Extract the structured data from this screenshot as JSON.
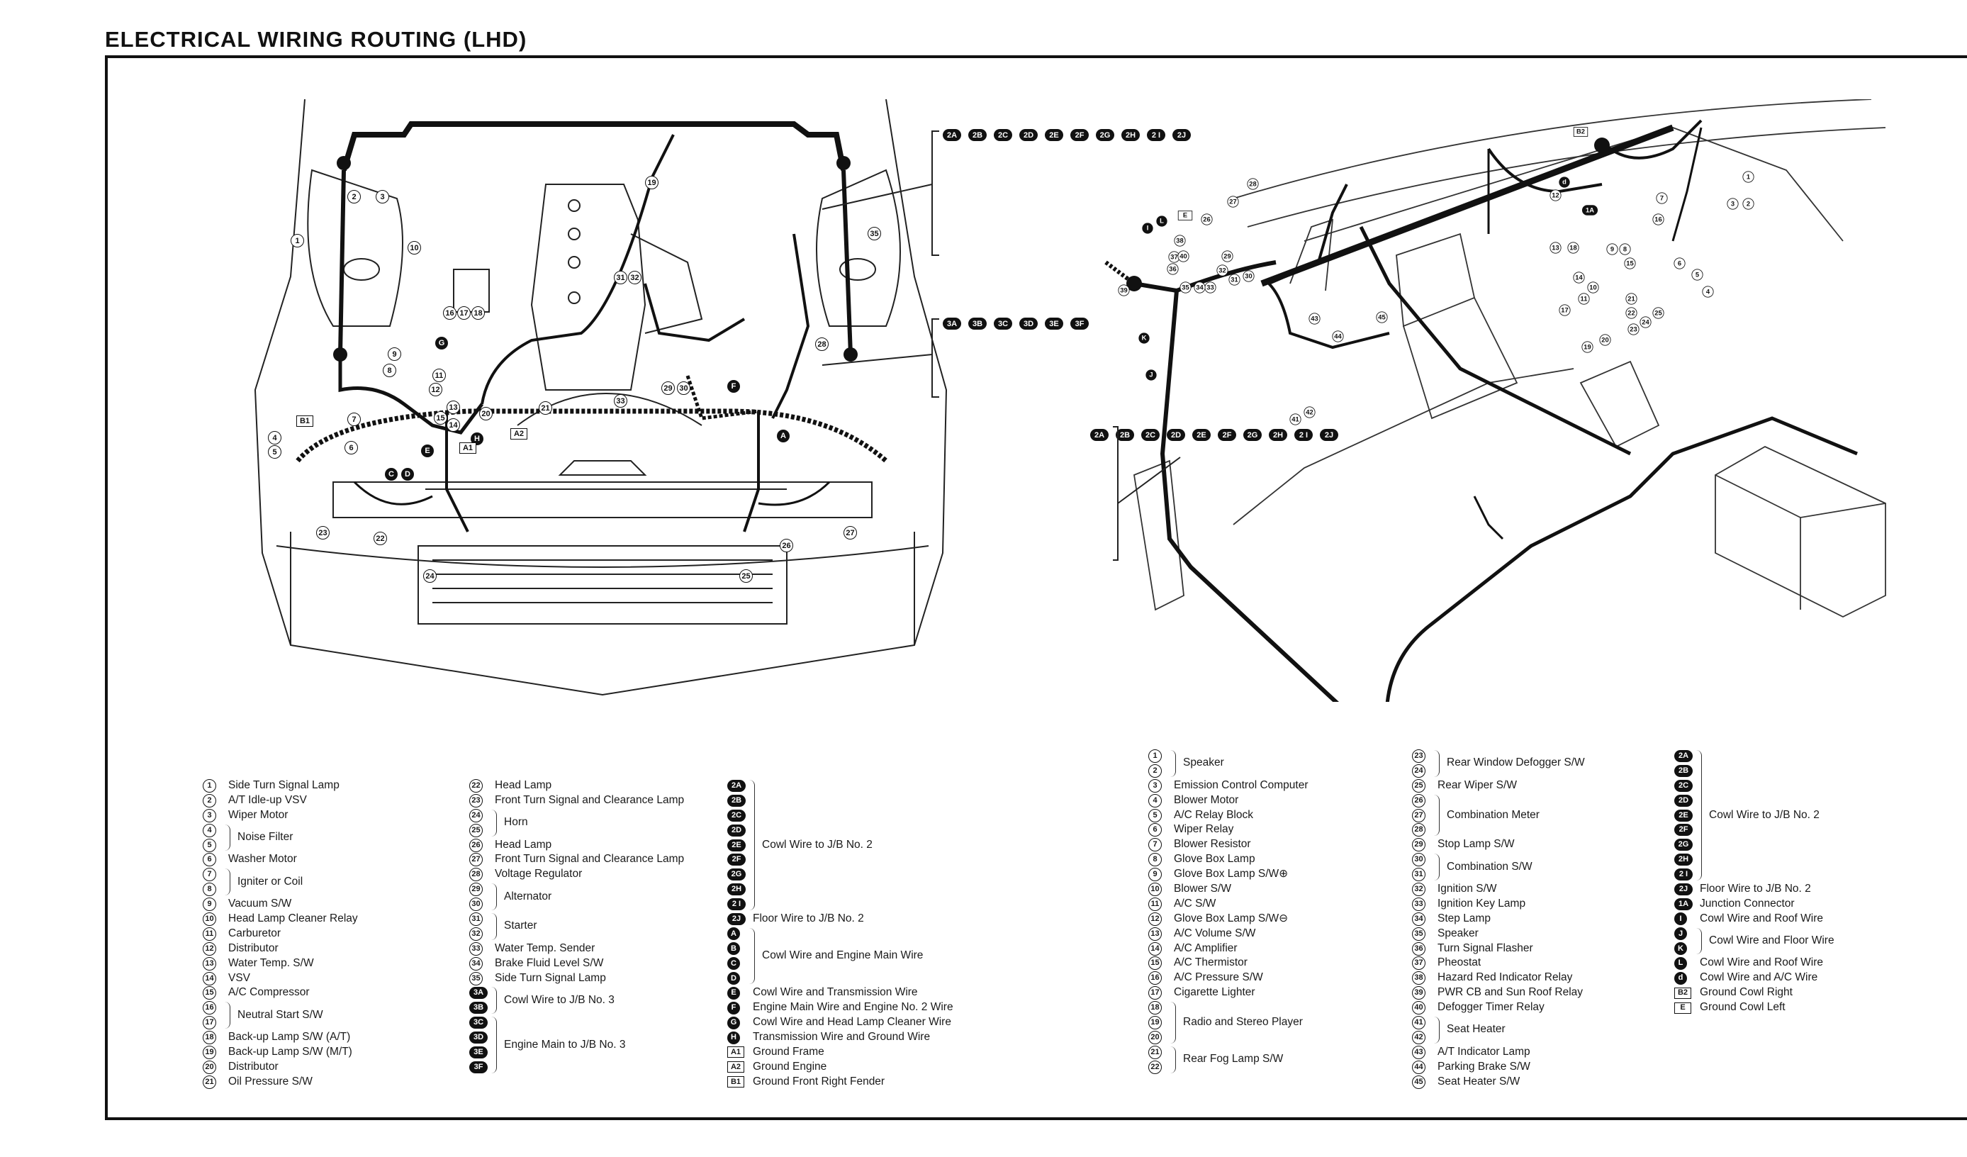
{
  "page": {
    "title": "ELECTRICAL WIRING ROUTING (LHD)"
  },
  "engine_diagram": {
    "callouts": [
      "1",
      "2",
      "3",
      "4",
      "5",
      "6",
      "7",
      "8",
      "9",
      "10",
      "11",
      "12",
      "13",
      "14",
      "15",
      "16",
      "17",
      "18",
      "19",
      "20",
      "21",
      "22",
      "23",
      "24",
      "25",
      "26",
      "27",
      "28",
      "29",
      "30",
      "31",
      "32",
      "33",
      "35",
      "A",
      "C",
      "D",
      "E",
      "F",
      "G",
      "H",
      "A1",
      "A2",
      "B1"
    ],
    "jb2_tags": [
      "2A",
      "2B",
      "2C",
      "2D",
      "2E",
      "2F",
      "2G",
      "2H",
      "2 I",
      "2J"
    ],
    "jb3_tags": [
      "3A",
      "3B",
      "3C",
      "3D",
      "3E",
      "3F"
    ]
  },
  "cabin_diagram": {
    "callouts": [
      "1",
      "2",
      "3",
      "4",
      "5",
      "6",
      "7",
      "8",
      "9",
      "10",
      "11",
      "12",
      "13",
      "14",
      "15",
      "16",
      "17",
      "18",
      "19",
      "20",
      "21",
      "22",
      "23",
      "24",
      "25",
      "26",
      "27",
      "28",
      "29",
      "30",
      "31",
      "32",
      "33",
      "34",
      "35",
      "36",
      "37",
      "38",
      "39",
      "40",
      "41",
      "42",
      "43",
      "44",
      "45",
      "I",
      "L",
      "J",
      "K",
      "d",
      "1A",
      "E",
      "B2"
    ],
    "jb2_tags": [
      "2A",
      "2B",
      "2C",
      "2D",
      "2E",
      "2F",
      "2G",
      "2H",
      "2 I",
      "2J"
    ]
  },
  "legend_engine_col1": [
    {
      "marks": [
        {
          "t": "1",
          "s": "circ"
        }
      ],
      "text": "Side Turn Signal Lamp"
    },
    {
      "marks": [
        {
          "t": "2",
          "s": "circ"
        }
      ],
      "text": "A/T Idle-up VSV"
    },
    {
      "marks": [
        {
          "t": "3",
          "s": "circ"
        }
      ],
      "text": "Wiper Motor"
    },
    {
      "marks": [
        {
          "t": "4",
          "s": "circ"
        },
        {
          "t": "5",
          "s": "circ"
        }
      ],
      "text": "Noise Filter"
    },
    {
      "marks": [
        {
          "t": "6",
          "s": "circ"
        }
      ],
      "text": "Washer Motor"
    },
    {
      "marks": [
        {
          "t": "7",
          "s": "circ"
        },
        {
          "t": "8",
          "s": "circ"
        }
      ],
      "text": "Igniter or Coil"
    },
    {
      "marks": [
        {
          "t": "9",
          "s": "circ"
        }
      ],
      "text": "Vacuum S/W"
    },
    {
      "marks": [
        {
          "t": "10",
          "s": "circ"
        }
      ],
      "text": "Head Lamp Cleaner Relay"
    },
    {
      "marks": [
        {
          "t": "11",
          "s": "circ"
        }
      ],
      "text": "Carburetor"
    },
    {
      "marks": [
        {
          "t": "12",
          "s": "circ"
        }
      ],
      "text": "Distributor"
    },
    {
      "marks": [
        {
          "t": "13",
          "s": "circ"
        }
      ],
      "text": "Water Temp. S/W"
    },
    {
      "marks": [
        {
          "t": "14",
          "s": "circ"
        }
      ],
      "text": "VSV"
    },
    {
      "marks": [
        {
          "t": "15",
          "s": "circ"
        }
      ],
      "text": "A/C Compressor"
    },
    {
      "marks": [
        {
          "t": "16",
          "s": "circ"
        },
        {
          "t": "17",
          "s": "circ"
        }
      ],
      "text": "Neutral Start S/W"
    },
    {
      "marks": [
        {
          "t": "18",
          "s": "circ"
        }
      ],
      "text": "Back-up Lamp S/W (A/T)"
    },
    {
      "marks": [
        {
          "t": "19",
          "s": "circ"
        }
      ],
      "text": "Back-up Lamp S/W (M/T)"
    },
    {
      "marks": [
        {
          "t": "20",
          "s": "circ"
        }
      ],
      "text": "Distributor"
    },
    {
      "marks": [
        {
          "t": "21",
          "s": "circ"
        }
      ],
      "text": "Oil Pressure S/W"
    }
  ],
  "legend_engine_col2": [
    {
      "marks": [
        {
          "t": "22",
          "s": "circ"
        }
      ],
      "text": "Head Lamp"
    },
    {
      "marks": [
        {
          "t": "23",
          "s": "circ"
        }
      ],
      "text": "Front Turn Signal and Clearance Lamp"
    },
    {
      "marks": [
        {
          "t": "24",
          "s": "circ"
        },
        {
          "t": "25",
          "s": "circ"
        }
      ],
      "text": "Horn"
    },
    {
      "marks": [
        {
          "t": "26",
          "s": "circ"
        }
      ],
      "text": "Head Lamp"
    },
    {
      "marks": [
        {
          "t": "27",
          "s": "circ"
        }
      ],
      "text": "Front Turn Signal and Clearance Lamp"
    },
    {
      "marks": [
        {
          "t": "28",
          "s": "circ"
        }
      ],
      "text": "Voltage Regulator"
    },
    {
      "marks": [
        {
          "t": "29",
          "s": "circ"
        },
        {
          "t": "30",
          "s": "circ"
        }
      ],
      "text": "Alternator"
    },
    {
      "marks": [
        {
          "t": "31",
          "s": "circ"
        },
        {
          "t": "32",
          "s": "circ"
        }
      ],
      "text": "Starter"
    },
    {
      "marks": [
        {
          "t": "33",
          "s": "circ"
        }
      ],
      "text": "Water Temp. Sender"
    },
    {
      "marks": [
        {
          "t": "34",
          "s": "circ"
        }
      ],
      "text": "Brake Fluid Level S/W"
    },
    {
      "marks": [
        {
          "t": "35",
          "s": "circ"
        }
      ],
      "text": "Side Turn Signal Lamp"
    },
    {
      "marks": [
        {
          "t": "3A",
          "s": "pill"
        },
        {
          "t": "3B",
          "s": "pill"
        }
      ],
      "text": "Cowl Wire to J/B No. 3"
    },
    {
      "marks": [
        {
          "t": "3C",
          "s": "pill"
        },
        {
          "t": "3D",
          "s": "pill"
        },
        {
          "t": "3E",
          "s": "pill"
        },
        {
          "t": "3F",
          "s": "pill"
        }
      ],
      "text": "Engine Main to J/B No. 3"
    }
  ],
  "legend_engine_col3": [
    {
      "marks": [
        {
          "t": "2A",
          "s": "pill"
        },
        {
          "t": "2B",
          "s": "pill"
        },
        {
          "t": "2C",
          "s": "pill"
        },
        {
          "t": "2D",
          "s": "pill"
        },
        {
          "t": "2E",
          "s": "pill"
        },
        {
          "t": "2F",
          "s": "pill"
        },
        {
          "t": "2G",
          "s": "pill"
        },
        {
          "t": "2H",
          "s": "pill"
        },
        {
          "t": "2 I",
          "s": "pill"
        }
      ],
      "text": "Cowl Wire to J/B No. 2"
    },
    {
      "marks": [
        {
          "t": "2J",
          "s": "pill"
        }
      ],
      "text": "Floor Wire to J/B No. 2"
    },
    {
      "marks": [
        {
          "t": "A",
          "s": "dot"
        },
        {
          "t": "B",
          "s": "dot"
        },
        {
          "t": "C",
          "s": "dot"
        },
        {
          "t": "D",
          "s": "dot"
        }
      ],
      "text": "Cowl Wire and Engine Main Wire"
    },
    {
      "marks": [
        {
          "t": "E",
          "s": "dot"
        }
      ],
      "text": "Cowl Wire and Transmission Wire"
    },
    {
      "marks": [
        {
          "t": "F",
          "s": "dot"
        }
      ],
      "text": "Engine Main Wire and Engine No. 2 Wire"
    },
    {
      "marks": [
        {
          "t": "G",
          "s": "dot"
        }
      ],
      "text": "Cowl Wire and Head Lamp Cleaner Wire"
    },
    {
      "marks": [
        {
          "t": "H",
          "s": "dot"
        }
      ],
      "text": "Transmission Wire and Ground Wire"
    },
    {
      "marks": [
        {
          "t": "A1",
          "s": "box"
        }
      ],
      "text": "Ground Frame"
    },
    {
      "marks": [
        {
          "t": "A2",
          "s": "box"
        }
      ],
      "text": "Ground Engine"
    },
    {
      "marks": [
        {
          "t": "B1",
          "s": "box"
        }
      ],
      "text": "Ground Front Right Fender"
    }
  ],
  "legend_cabin_col1": [
    {
      "marks": [
        {
          "t": "1",
          "s": "circ"
        },
        {
          "t": "2",
          "s": "circ"
        }
      ],
      "text": "Speaker"
    },
    {
      "marks": [
        {
          "t": "3",
          "s": "circ"
        }
      ],
      "text": "Emission Control Computer"
    },
    {
      "marks": [
        {
          "t": "4",
          "s": "circ"
        }
      ],
      "text": "Blower Motor"
    },
    {
      "marks": [
        {
          "t": "5",
          "s": "circ"
        }
      ],
      "text": "A/C Relay Block"
    },
    {
      "marks": [
        {
          "t": "6",
          "s": "circ"
        }
      ],
      "text": "Wiper Relay"
    },
    {
      "marks": [
        {
          "t": "7",
          "s": "circ"
        }
      ],
      "text": "Blower Resistor"
    },
    {
      "marks": [
        {
          "t": "8",
          "s": "circ"
        }
      ],
      "text": "Glove Box Lamp"
    },
    {
      "marks": [
        {
          "t": "9",
          "s": "circ"
        }
      ],
      "text": "Glove Box Lamp S/W⊕"
    },
    {
      "marks": [
        {
          "t": "10",
          "s": "circ"
        }
      ],
      "text": "Blower S/W"
    },
    {
      "marks": [
        {
          "t": "11",
          "s": "circ"
        }
      ],
      "text": "A/C S/W"
    },
    {
      "marks": [
        {
          "t": "12",
          "s": "circ"
        }
      ],
      "text": "Glove Box Lamp S/W⊖"
    },
    {
      "marks": [
        {
          "t": "13",
          "s": "circ"
        }
      ],
      "text": "A/C Volume S/W"
    },
    {
      "marks": [
        {
          "t": "14",
          "s": "circ"
        }
      ],
      "text": "A/C Amplifier"
    },
    {
      "marks": [
        {
          "t": "15",
          "s": "circ"
        }
      ],
      "text": "A/C Thermistor"
    },
    {
      "marks": [
        {
          "t": "16",
          "s": "circ"
        }
      ],
      "text": "A/C Pressure S/W"
    },
    {
      "marks": [
        {
          "t": "17",
          "s": "circ"
        }
      ],
      "text": "Cigarette Lighter"
    },
    {
      "marks": [
        {
          "t": "18",
          "s": "circ"
        },
        {
          "t": "19",
          "s": "circ"
        },
        {
          "t": "20",
          "s": "circ"
        }
      ],
      "text": "Radio and Stereo Player"
    },
    {
      "marks": [
        {
          "t": "21",
          "s": "circ"
        },
        {
          "t": "22",
          "s": "circ"
        }
      ],
      "text": "Rear Fog Lamp S/W"
    }
  ],
  "legend_cabin_col2": [
    {
      "marks": [
        {
          "t": "23",
          "s": "circ"
        },
        {
          "t": "24",
          "s": "circ"
        }
      ],
      "text": "Rear Window Defogger S/W"
    },
    {
      "marks": [
        {
          "t": "25",
          "s": "circ"
        }
      ],
      "text": "Rear Wiper S/W"
    },
    {
      "marks": [
        {
          "t": "26",
          "s": "circ"
        },
        {
          "t": "27",
          "s": "circ"
        },
        {
          "t": "28",
          "s": "circ"
        }
      ],
      "text": "Combination Meter"
    },
    {
      "marks": [
        {
          "t": "29",
          "s": "circ"
        }
      ],
      "text": "Stop Lamp S/W"
    },
    {
      "marks": [
        {
          "t": "30",
          "s": "circ"
        },
        {
          "t": "31",
          "s": "circ"
        }
      ],
      "text": "Combination S/W"
    },
    {
      "marks": [
        {
          "t": "32",
          "s": "circ"
        }
      ],
      "text": "Ignition S/W"
    },
    {
      "marks": [
        {
          "t": "33",
          "s": "circ"
        }
      ],
      "text": "Ignition Key Lamp"
    },
    {
      "marks": [
        {
          "t": "34",
          "s": "circ"
        }
      ],
      "text": "Step Lamp"
    },
    {
      "marks": [
        {
          "t": "35",
          "s": "circ"
        }
      ],
      "text": "Speaker"
    },
    {
      "marks": [
        {
          "t": "36",
          "s": "circ"
        }
      ],
      "text": "Turn Signal Flasher"
    },
    {
      "marks": [
        {
          "t": "37",
          "s": "circ"
        }
      ],
      "text": "Pheostat"
    },
    {
      "marks": [
        {
          "t": "38",
          "s": "circ"
        }
      ],
      "text": "Hazard Red Indicator Relay"
    },
    {
      "marks": [
        {
          "t": "39",
          "s": "circ"
        }
      ],
      "text": "PWR CB and Sun Roof Relay"
    },
    {
      "marks": [
        {
          "t": "40",
          "s": "circ"
        }
      ],
      "text": "Defogger Timer Relay"
    },
    {
      "marks": [
        {
          "t": "41",
          "s": "circ"
        },
        {
          "t": "42",
          "s": "circ"
        }
      ],
      "text": "Seat Heater"
    },
    {
      "marks": [
        {
          "t": "43",
          "s": "circ"
        }
      ],
      "text": "A/T Indicator Lamp"
    },
    {
      "marks": [
        {
          "t": "44",
          "s": "circ"
        }
      ],
      "text": "Parking Brake S/W"
    },
    {
      "marks": [
        {
          "t": "45",
          "s": "circ"
        }
      ],
      "text": "Seat Heater S/W"
    }
  ],
  "legend_cabin_col3": [
    {
      "marks": [
        {
          "t": "2A",
          "s": "pill"
        },
        {
          "t": "2B",
          "s": "pill"
        },
        {
          "t": "2C",
          "s": "pill"
        },
        {
          "t": "2D",
          "s": "pill"
        },
        {
          "t": "2E",
          "s": "pill"
        },
        {
          "t": "2F",
          "s": "pill"
        },
        {
          "t": "2G",
          "s": "pill"
        },
        {
          "t": "2H",
          "s": "pill"
        },
        {
          "t": "2 I",
          "s": "pill"
        }
      ],
      "text": "Cowl Wire to J/B No. 2"
    },
    {
      "marks": [
        {
          "t": "2J",
          "s": "pill"
        }
      ],
      "text": "Floor Wire to J/B No. 2"
    },
    {
      "marks": [
        {
          "t": "1A",
          "s": "pill"
        }
      ],
      "text": "Junction Connector"
    },
    {
      "marks": [
        {
          "t": "I",
          "s": "dot"
        }
      ],
      "text": "Cowl Wire and Roof Wire"
    },
    {
      "marks": [
        {
          "t": "J",
          "s": "dot"
        },
        {
          "t": "K",
          "s": "dot"
        }
      ],
      "text": "Cowl Wire and Floor Wire"
    },
    {
      "marks": [
        {
          "t": "L",
          "s": "dot"
        }
      ],
      "text": "Cowl Wire and Roof Wire"
    },
    {
      "marks": [
        {
          "t": "d",
          "s": "dot"
        }
      ],
      "text": "Cowl Wire and A/C Wire"
    },
    {
      "marks": [
        {
          "t": "B2",
          "s": "box"
        }
      ],
      "text": "Ground Cowl Right"
    },
    {
      "marks": [
        {
          "t": "E",
          "s": "box"
        }
      ],
      "text": "Ground Cowl Left"
    }
  ]
}
